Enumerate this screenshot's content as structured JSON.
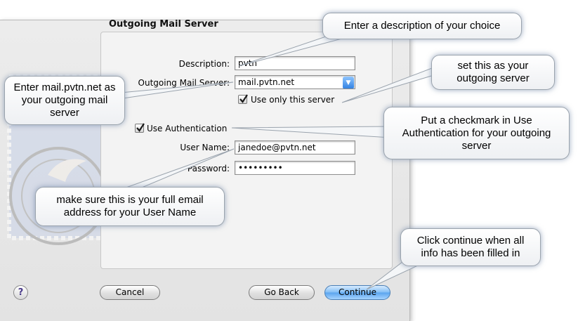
{
  "window": {
    "panel_title": "Outgoing Mail Server",
    "fields": {
      "description": {
        "label": "Description:",
        "value": "pvtn"
      },
      "outgoing_server": {
        "label": "Outgoing Mail Server:",
        "value": "mail.pvtn.net"
      },
      "use_only": {
        "label": "Use only this server",
        "checked": true
      },
      "use_auth": {
        "label": "Use Authentication",
        "checked": true
      },
      "user_name": {
        "label": "User Name:",
        "value": "janedoe@pvtn.net"
      },
      "password": {
        "label": "Password:",
        "value": "•••••••••"
      }
    },
    "buttons": {
      "cancel": "Cancel",
      "go_back": "Go Back",
      "continue": "Continue",
      "help": "?"
    }
  },
  "callouts": {
    "description": "Enter a description of your choice",
    "outgoing": "Enter mail.pvtn.net as your outgoing mail server",
    "set_server": "set this as your outgoing server",
    "authentication": "Put a checkmark in Use Authentication for your outgoing server",
    "user_name": "make sure this is your full email address for your User Name",
    "continue": "Click continue when all info has been filled in"
  },
  "colors": {
    "accent": "#5aa4ee",
    "callout_glow": "#7c8caa"
  }
}
